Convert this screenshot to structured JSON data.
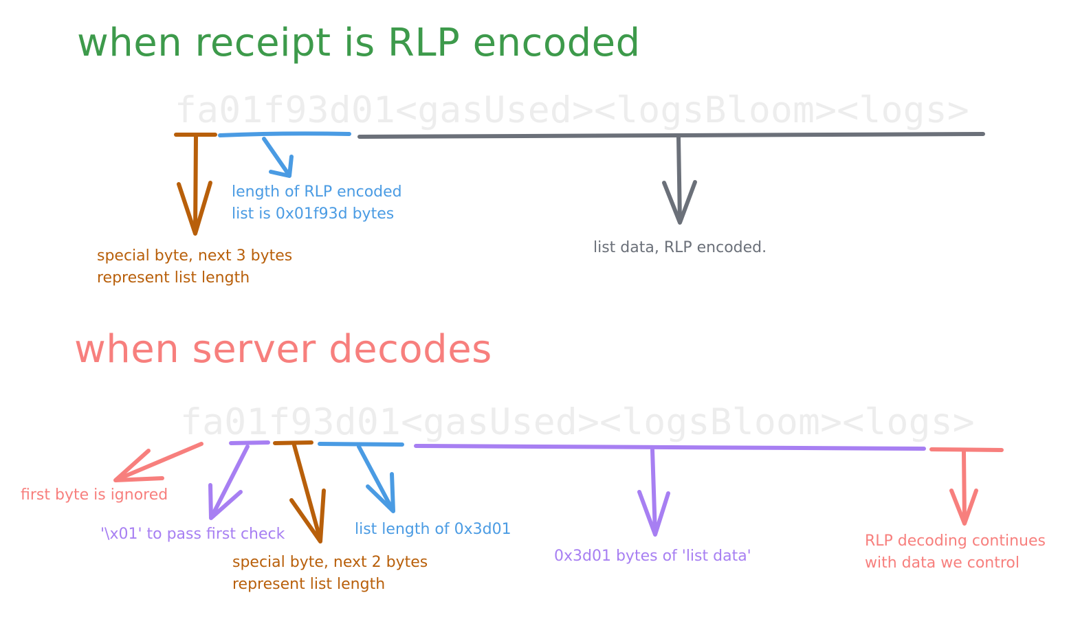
{
  "colors": {
    "green": "#3d9a4b",
    "salmon": "#f77f7d",
    "orange": "#b85f0a",
    "blue": "#4a9be3",
    "gray": "#6b7079",
    "purple": "#a77ff2"
  },
  "section1": {
    "title": "when receipt is RLP encoded",
    "hex": "fa01f93d01<gasUsed><logsBloom><logs>",
    "notes": {
      "special_byte": "special byte, next 3 bytes\nrepresent list length",
      "length": "length of RLP encoded\nlist is 0x01f93d bytes",
      "list_data": "list data, RLP encoded."
    }
  },
  "section2": {
    "title": "when server decodes",
    "hex": "fa01f93d01<gasUsed><logsBloom><logs>",
    "notes": {
      "first_byte": "first byte is ignored",
      "pass_check": "'\\x01' to pass first check",
      "special_byte": "special byte, next 2 bytes\nrepresent list length",
      "list_length": "list length of 0x3d01",
      "list_data": "0x3d01 bytes of 'list data'",
      "continues": "RLP decoding continues\nwith data we control"
    }
  }
}
